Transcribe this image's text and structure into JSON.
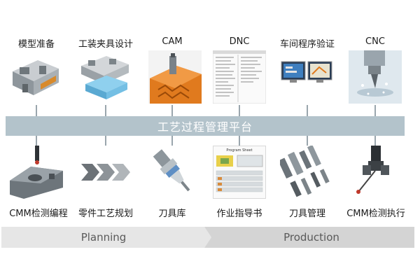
{
  "top_steps": [
    {
      "label": "模型准备",
      "icon": "mold-model-3d-icon"
    },
    {
      "label": "工装夹具设计",
      "icon": "fixture-design-icon"
    },
    {
      "label": "CAM",
      "icon": "cam-toolpath-icon"
    },
    {
      "label": "DNC",
      "icon": "dnc-code-listing-icon"
    },
    {
      "label": "车间程序验证",
      "icon": "program-verification-screen-icon"
    },
    {
      "label": "CNC",
      "icon": "cnc-spindle-icon"
    }
  ],
  "platform_label": "工艺过程管理平台",
  "bottom_steps": [
    {
      "label": "CMM检测编程",
      "icon": "cmm-probe-part-icon"
    },
    {
      "label": "零件工艺规划",
      "icon": "process-chevrons-icon"
    },
    {
      "label": "刀具库",
      "icon": "tool-holder-icon"
    },
    {
      "label": "作业指导书",
      "icon": "work-instruction-sheet-icon"
    },
    {
      "label": "刀具管理",
      "icon": "tool-set-icon"
    },
    {
      "label": "CMM检测执行",
      "icon": "cmm-execution-icon"
    }
  ],
  "dnc_doc": {
    "title": "Program Sheet"
  },
  "phases": {
    "left": "Planning",
    "right": "Production"
  },
  "colors": {
    "platform": "#b3c3cb",
    "phase_left": "#e6e6e6",
    "phase_right": "#d4d4d4",
    "connector": "#9aa6ad",
    "cam_orange": "#e07a1e"
  }
}
